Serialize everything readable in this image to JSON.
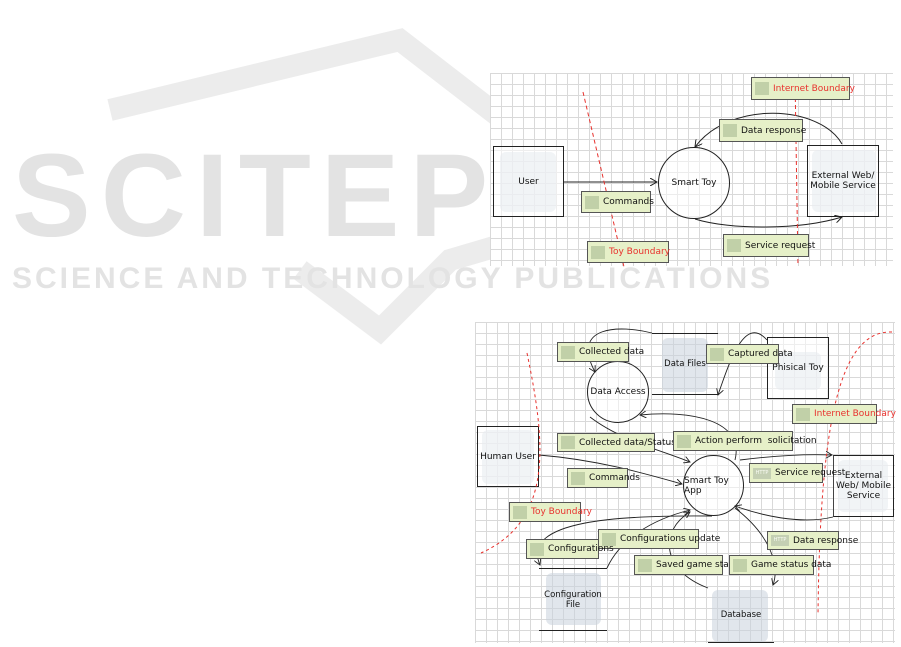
{
  "watermark": {
    "title": "SCITEPRESS",
    "subtitle": "SCIENCE AND TECHNOLOGY PUBLICATIONS"
  },
  "diagram1": {
    "entities": {
      "user": "User",
      "external": "External Web/ Mobile Service"
    },
    "processes": {
      "smart_toy": "Smart Toy"
    },
    "flows": {
      "commands": "Commands",
      "data_response": "Data response",
      "service_request": "Service request"
    },
    "boundaries": {
      "toy": "Toy Boundary",
      "internet": "Internet Boundary"
    }
  },
  "diagram2": {
    "entities": {
      "human_user": "Human User",
      "external": "External Web/ Mobile Service",
      "physical_toy": "Phisical Toy"
    },
    "processes": {
      "data_access": "Data Access",
      "smart_toy_app": "Smart Toy App"
    },
    "stores": {
      "data_files": "Data Files",
      "config_file": "Configuration File",
      "database": "Database"
    },
    "flows": {
      "collected_data": "Collected data",
      "captured_data": "Captured data",
      "collected_data_status": "Collected data/Status",
      "action_perform": "Action perform  solicitation",
      "commands": "Commands",
      "service_request": "Service request",
      "configurations_update": "Configurations update",
      "configurations": "Configurations",
      "data_response": "Data response",
      "saved_game_status": "Saved game status",
      "game_status_data": "Game status data"
    },
    "boundaries": {
      "toy": "Toy Boundary",
      "internet": "Internet Boundary"
    },
    "http_badge": "HTTP"
  },
  "colors": {
    "boundary": "#e8322e",
    "flow_label_bg": "#e6f0c8"
  }
}
